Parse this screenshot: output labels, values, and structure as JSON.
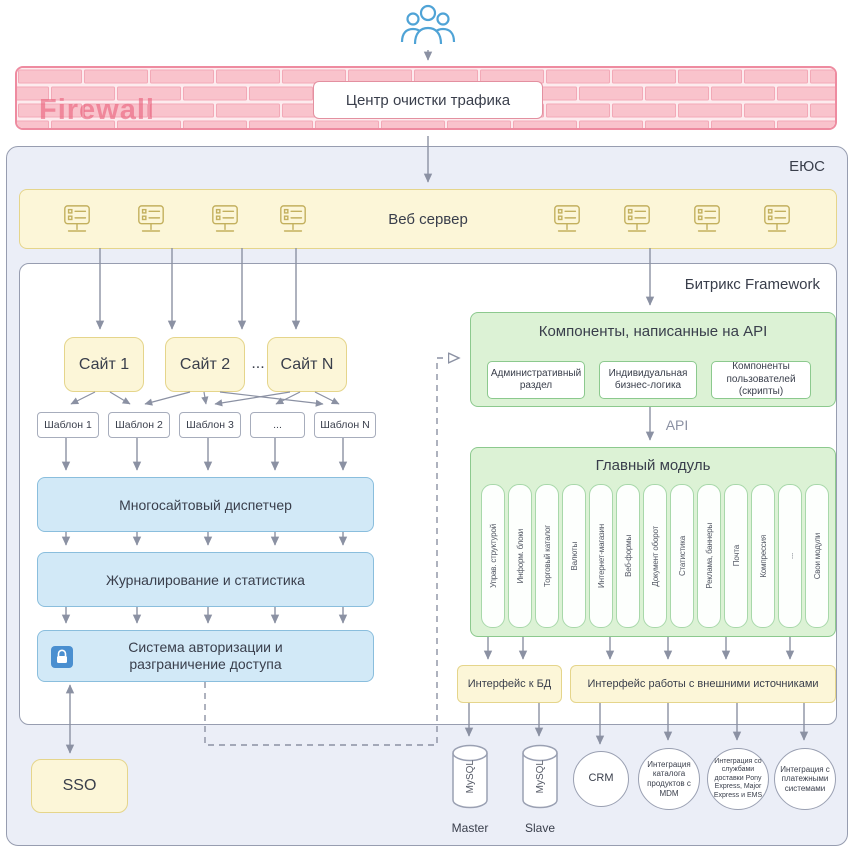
{
  "colors": {
    "firewall_pink": "#f9c3cc",
    "band_yellow": "#fcf6d8",
    "box_blue": "#d2e9f7",
    "box_green": "#dcf2d5",
    "arrow_gray": "#8b91a3"
  },
  "firewall": {
    "label": "Firewall",
    "center": "Центр очистки трафика"
  },
  "eus": {
    "label": "ЕЮС"
  },
  "webserver": {
    "label": "Веб сервер"
  },
  "framework": {
    "label": "Битрикс Framework",
    "sites": [
      "Сайт 1",
      "Сайт 2",
      "Сайт N"
    ],
    "sites_ellipsis": "...",
    "templates": [
      "Шаблон 1",
      "Шаблон 2",
      "Шаблон 3",
      "...",
      "Шаблон N"
    ],
    "dispatcher": "Многосайтовый диспетчер",
    "logging": "Журналирование и статистика",
    "auth": "Система авторизации и разграничение доступа",
    "components": {
      "title": "Компоненты, написанные на API",
      "items": [
        "Административный раздел",
        "Индивидуальная бизнес-логика",
        "Компоненты пользователей (скрипты)"
      ]
    },
    "api_label": "API",
    "main_module": {
      "title": "Главный модуль",
      "columns": [
        "Управ. структурой",
        "Информ. блоки",
        "Торговый каталог",
        "Валюты",
        "Интернет-магазин",
        "Веб-формы",
        "Документ оборот",
        "Статистика",
        "Реклама, баннеры",
        "Почта",
        "Компрессия",
        "...",
        "Свои модули"
      ]
    },
    "db_interface": "Интерфейс к БД",
    "ext_interface": "Интерфейс работы с внешними источниками"
  },
  "sso": {
    "label": "SSO"
  },
  "databases": [
    {
      "label": "MySQL",
      "caption": "Master"
    },
    {
      "label": "MySQL",
      "caption": "Slave"
    }
  ],
  "integrations": [
    "CRM",
    "Интеграция каталога продуктов с MDM",
    "Интеграция со службами доставки Pony Express, Major Express и EMS",
    "Интеграция с платежными системами"
  ]
}
